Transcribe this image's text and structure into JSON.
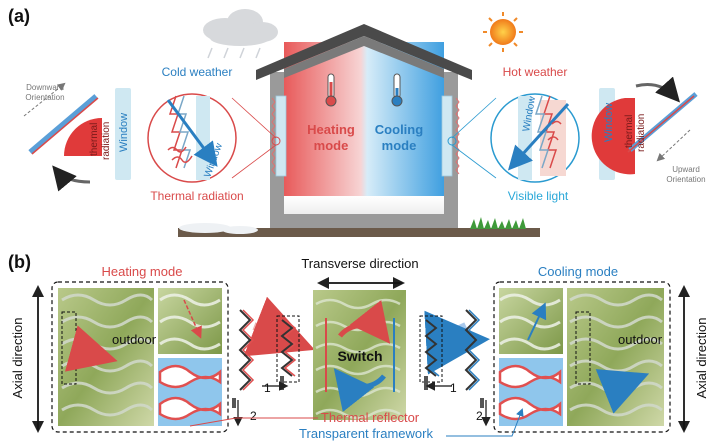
{
  "panel_a": {
    "label": "(a)",
    "cold_weather": "Cold weather",
    "hot_weather": "Hot weather",
    "heating_mode_line1": "Heating",
    "heating_mode_line2": "mode",
    "cooling_mode_line1": "Cooling",
    "cooling_mode_line2": "mode",
    "thermal_radiation": "Thermal radiation",
    "visible_light": "Visible light",
    "window": "Window",
    "thermal_radiation_panel_line1": "thermal",
    "thermal_radiation_panel_line2": "radiation",
    "downward_line1": "Downward",
    "downward_line2": "Orientation",
    "upward_line1": "Upward",
    "upward_line2": "Orientation"
  },
  "panel_b": {
    "label": "(b)",
    "heating_mode": "Heating mode",
    "cooling_mode": "Cooling mode",
    "transverse_direction": "Transverse direction",
    "axial_direction": "Axial direction",
    "outdoor": "outdoor",
    "switch": "Switch",
    "thermal_reflector": "Thermal reflector",
    "transparent_framework": "Transparent framework",
    "step_1": "1",
    "step_2": "2"
  },
  "colors": {
    "heat_red": "#d94a4a",
    "cool_blue": "#2a7fc1",
    "window_blue": "#cfe8f2",
    "roof": "#4a4a4a"
  }
}
